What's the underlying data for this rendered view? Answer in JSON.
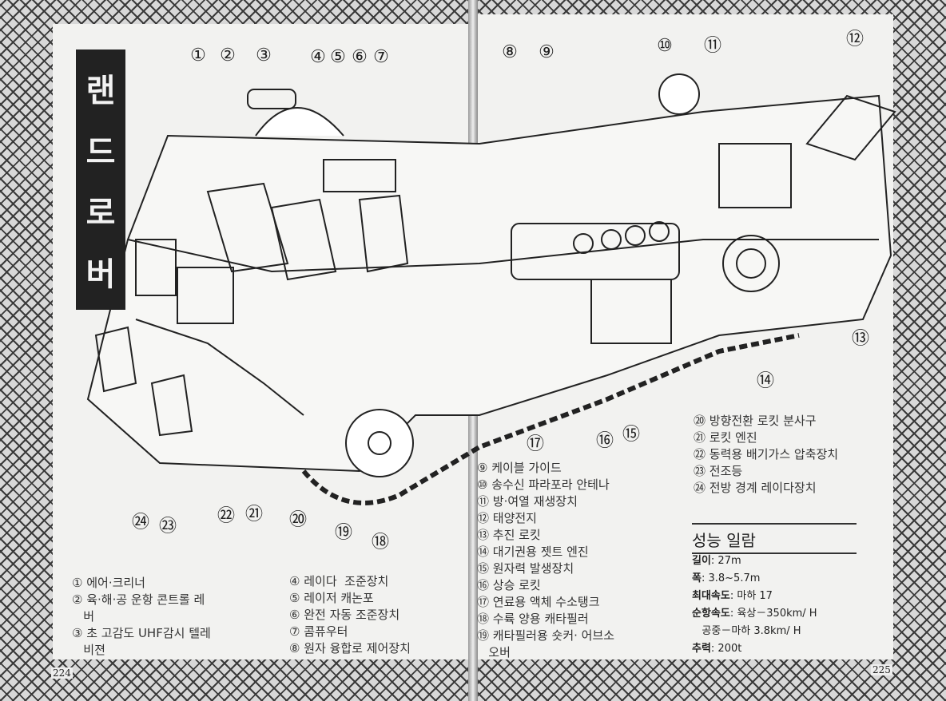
{
  "title": [
    "랜",
    "드",
    "로",
    "버"
  ],
  "callouts": [
    "①",
    "②",
    "③",
    "④",
    "⑤",
    "⑥",
    "⑦",
    "⑧",
    "⑨",
    "⑩",
    "⑪",
    "⑫",
    "⑬",
    "⑭",
    "⑮",
    "⑯",
    "⑰",
    "⑱",
    "⑲",
    "⑳",
    "㉑",
    "㉒",
    "㉓",
    "㉔"
  ],
  "legend_left_a": [
    "① 에어·크리너",
    "② 육·해·공 운항 콘트롤 레",
    "   버",
    "③ 초 고감도 UHF감시 텔레",
    "   비젼"
  ],
  "legend_left_b": [
    "④ 레이다  조준장치",
    "⑤ 레이저 캐논포",
    "⑥ 완전 자동 조준장치",
    "⑦ 콤퓨우터",
    "⑧ 원자 융합로 제어장치"
  ],
  "legend_mid": [
    "⑨ 케이블 가이드",
    "⑩ 송수신 파라포라 안테나",
    "⑪ 방·여열 재생장치",
    "⑫ 태양전지",
    "⑬ 추진 로킷",
    "⑭ 대기권용 젯트 엔진",
    "⑮ 원자력 발생장치",
    "⑯ 상승 로킷",
    "⑰ 연료용 액체 수소탱크",
    "⑱ 수륙 양용 캐타필러",
    "⑲ 캐타필러용 숏커· 어브소",
    "   오버"
  ],
  "legend_right": [
    "⑳ 방향전환 로킷 분사구",
    "㉑ 로킷 엔진",
    "㉒ 동력용 배기가스 압축장치",
    "㉓ 전조등",
    "㉔ 전방 경계 레이다장치"
  ],
  "specs": {
    "title": "성능 일람",
    "rows": [
      {
        "k": "길이",
        "v": ": 27m"
      },
      {
        "k": "폭",
        "v": ": 3.8~5.7m"
      },
      {
        "k": "최대속도",
        "v": ": 마하 17"
      },
      {
        "k": "순항속도",
        "v": ": 육상－350km/ H"
      },
      {
        "k": "",
        "v": "   공중－마하 3.8km/ H"
      },
      {
        "k": "추력",
        "v": ": 200t"
      }
    ]
  },
  "page_left": "224",
  "page_right": "225"
}
